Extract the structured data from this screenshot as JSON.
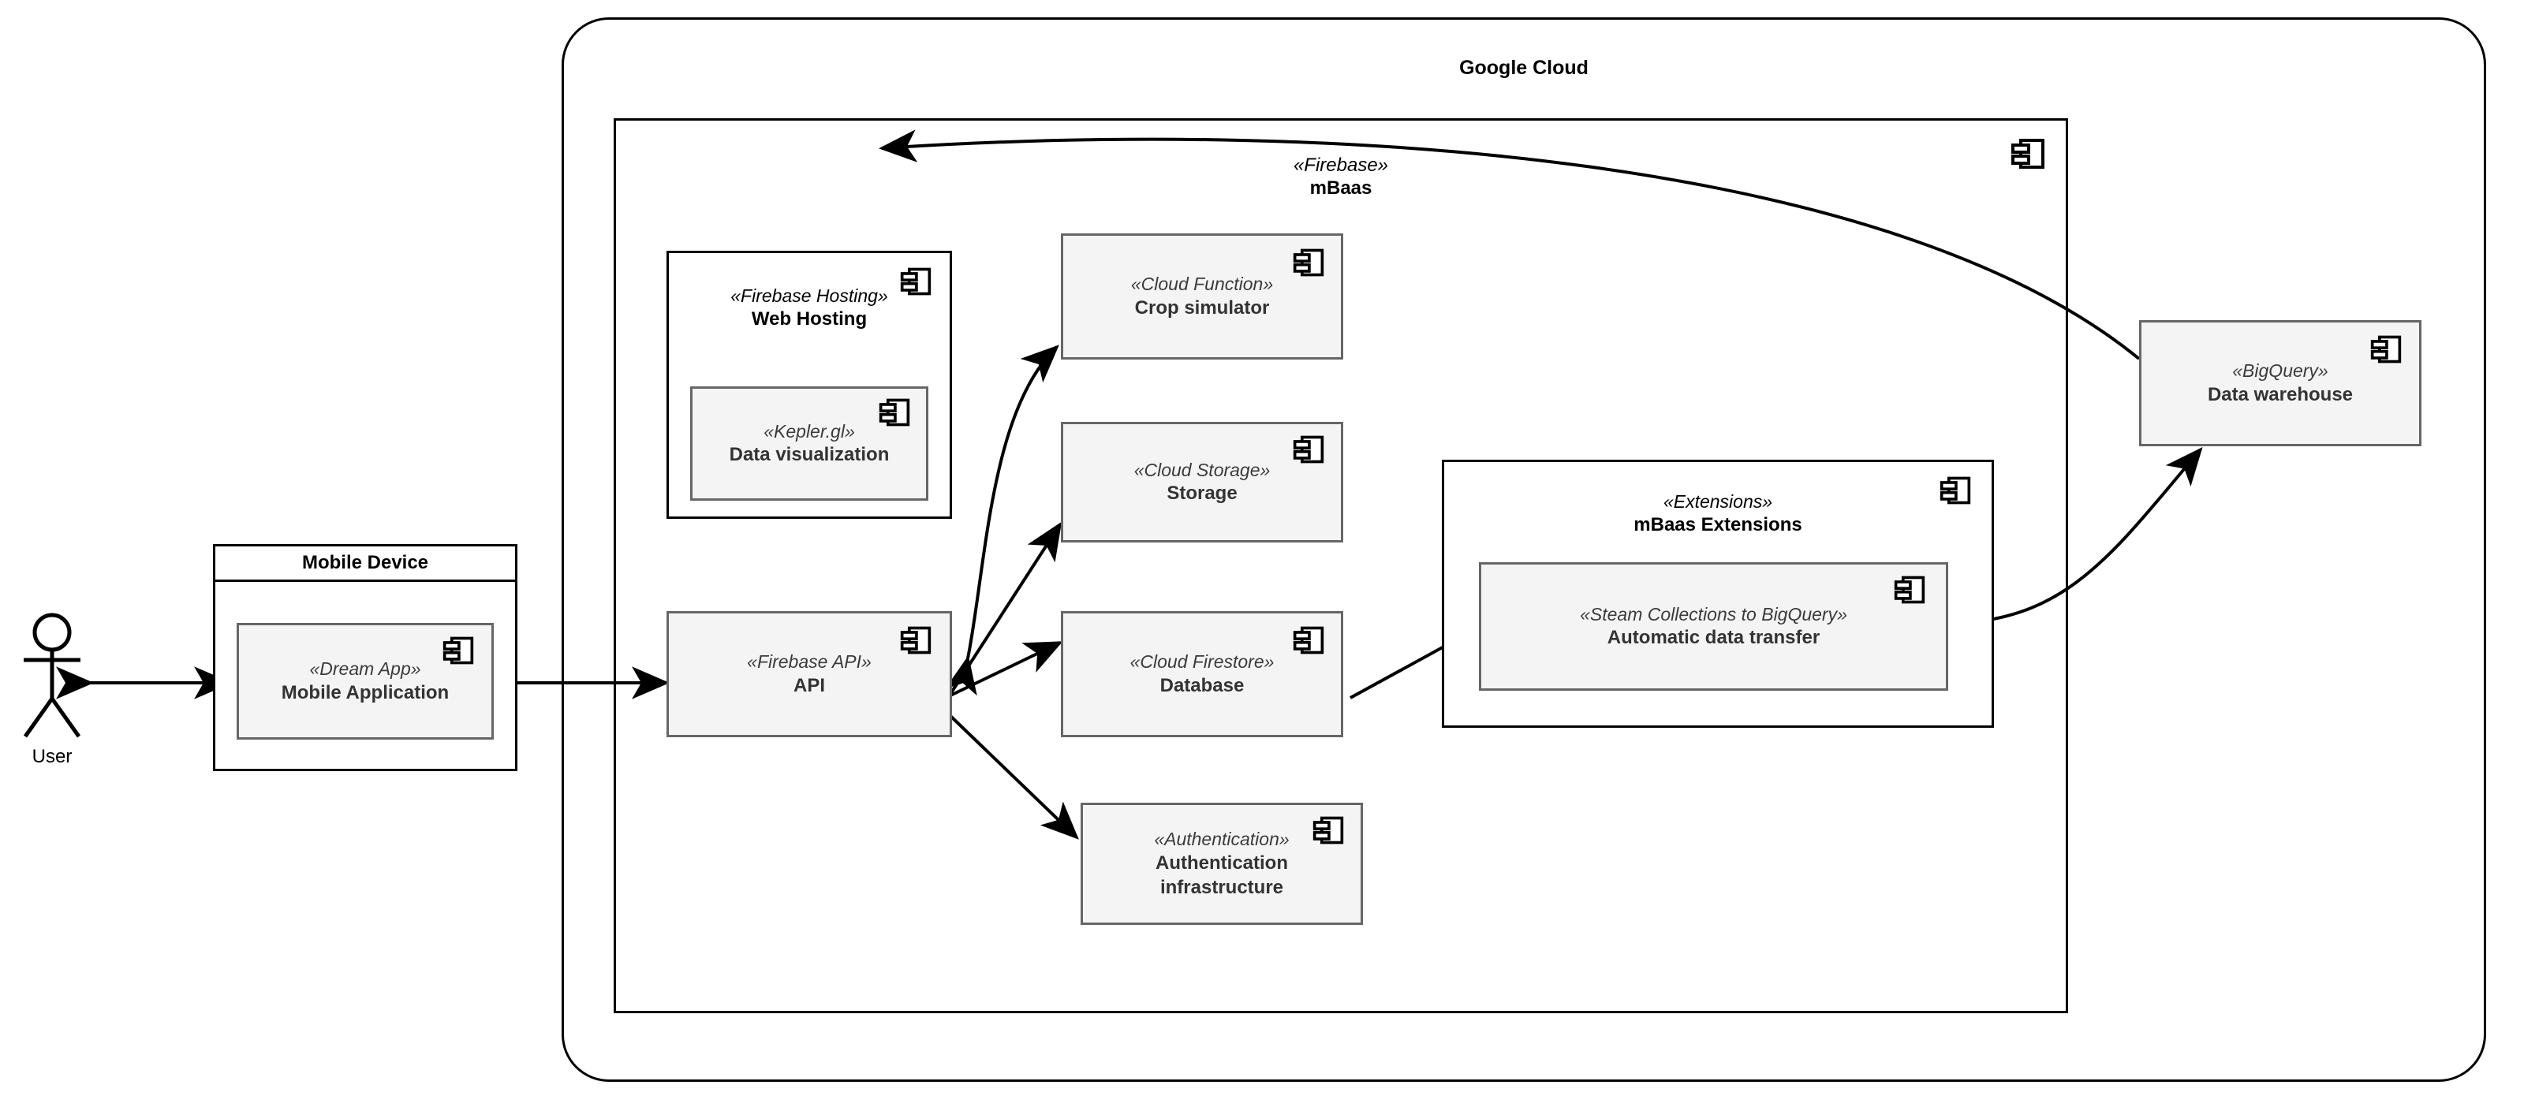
{
  "diagram": {
    "type": "uml-component-diagram",
    "background": "#ffffff",
    "stroke_color": "#000000",
    "component_fill": "#f4f4f4",
    "component_border": "#666666"
  },
  "actor": {
    "label": "User",
    "icon": "stick-figure-actor-icon"
  },
  "mobile_device": {
    "title": "Mobile Device",
    "component": {
      "stereotype": "«Dream App»",
      "name": "Mobile Application",
      "icon": "uml-component-icon"
    }
  },
  "google_cloud": {
    "title": "Google Cloud"
  },
  "firebase_package": {
    "stereotype": "«Firebase»",
    "name": "mBaas",
    "icon": "uml-component-icon"
  },
  "components": {
    "web_hosting": {
      "stereotype": "«Firebase Hosting»",
      "name": "Web Hosting",
      "icon": "uml-component-icon",
      "nested": {
        "stereotype": "«Kepler.gl»",
        "name": "Data visualization",
        "icon": "uml-component-icon"
      }
    },
    "crop_simulator": {
      "stereotype": "«Cloud Function»",
      "name": "Crop simulator",
      "icon": "uml-component-icon"
    },
    "storage": {
      "stereotype": "«Cloud Storage»",
      "name": "Storage",
      "icon": "uml-component-icon"
    },
    "database": {
      "stereotype": "«Cloud Firestore»",
      "name": "Database",
      "icon": "uml-component-icon"
    },
    "authentication": {
      "stereotype": "«Authentication»",
      "name_line1": "Authentication",
      "name_line2": "infrastructure",
      "icon": "uml-component-icon"
    },
    "api": {
      "stereotype": "«Firebase API»",
      "name": "API",
      "icon": "uml-component-icon"
    },
    "extensions": {
      "stereotype": "«Extensions»",
      "name": "mBaas Extensions",
      "icon": "uml-component-icon",
      "nested": {
        "stereotype": "«Steam Collections to BigQuery»",
        "name": "Automatic data transfer",
        "icon": "uml-component-icon"
      }
    },
    "bigquery": {
      "stereotype": "«BigQuery»",
      "name": "Data warehouse",
      "icon": "uml-component-icon"
    }
  },
  "connections": [
    {
      "from": "User",
      "to": "Mobile Application",
      "arrow": "both"
    },
    {
      "from": "Mobile Application",
      "to": "API",
      "arrow": "both"
    },
    {
      "from": "API",
      "to": "Crop simulator",
      "arrow": "both"
    },
    {
      "from": "API",
      "to": "Storage",
      "arrow": "both"
    },
    {
      "from": "API",
      "to": "Database",
      "arrow": "both"
    },
    {
      "from": "API",
      "to": "Authentication infrastructure",
      "arrow": "both"
    },
    {
      "from": "Database",
      "to": "Automatic data transfer",
      "arrow": "to"
    },
    {
      "from": "Automatic data transfer",
      "to": "Data warehouse",
      "arrow": "to"
    },
    {
      "from": "Data warehouse",
      "to": "Web Hosting",
      "arrow": "to"
    }
  ]
}
